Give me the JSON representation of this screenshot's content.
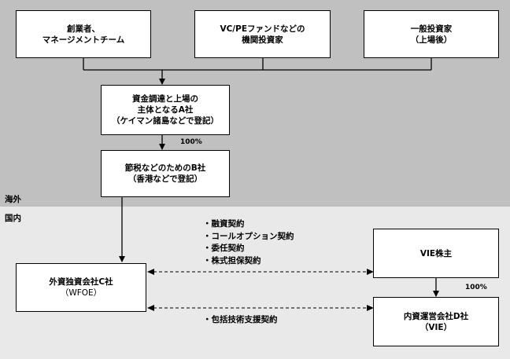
{
  "regions": {
    "overseas_label": "海外",
    "domestic_label": "国内",
    "overseas_color": "#c0c0c0",
    "domestic_color": "#e9e9e9"
  },
  "boxes": {
    "founders": [
      "創業者、",
      "マネージメントチーム"
    ],
    "vc_pe": [
      "VC/PEファンドなどの",
      "機関投資家"
    ],
    "general_investors": [
      "一般投資家",
      "（上場後）"
    ],
    "company_a": [
      "資金調達と上場の",
      "主体となるA社",
      "（ケイマン諸島などで登記）"
    ],
    "company_b": [
      "節税などのためのB社",
      "（香港などで登記）"
    ],
    "wfoe": [
      "外資独資会社C社",
      "（WFOE）"
    ],
    "vie_shareholder": [
      "VIE株主"
    ],
    "company_d": [
      "内資運営会社D社",
      "（VIE）"
    ]
  },
  "ownership": {
    "a_to_b": "100%",
    "vie_to_d": "100%"
  },
  "contracts": {
    "upper": [
      "・融資契約",
      "・コールオプション契約",
      "・委任契約",
      "・株式担保契約"
    ],
    "lower": [
      "・包括技術支援契約"
    ]
  }
}
